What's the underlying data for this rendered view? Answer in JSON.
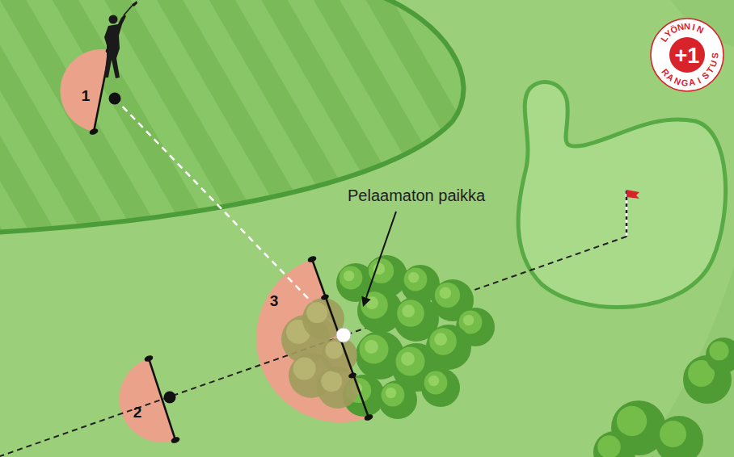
{
  "diagram": {
    "nodes": [
      {
        "text": [
          "1"
        ]
      },
      {
        "text": [
          "2"
        ]
      },
      {
        "text": [
          "3"
        ]
      },
      {
        "text": [
          "LYÖNNIN",
          "+1",
          "RANGAISTUS"
        ]
      }
    ],
    "labels": [
      "Pelaamaton paikka"
    ]
  }
}
